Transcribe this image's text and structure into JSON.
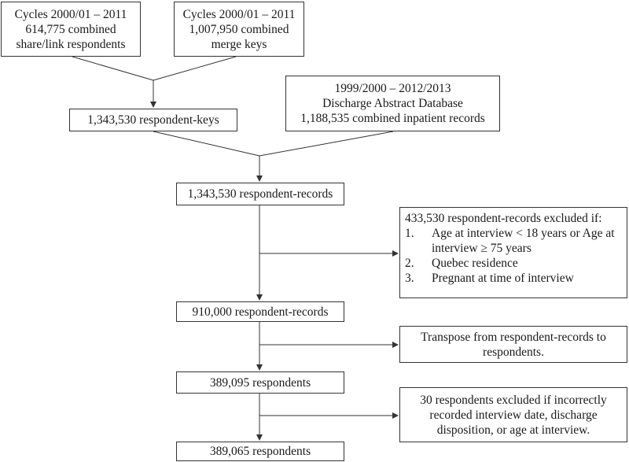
{
  "boxes": {
    "cycles_share": [
      "Cycles 2000/01 – 2011",
      "614,775 combined",
      "share/link respondents"
    ],
    "cycles_merge": [
      "Cycles 2000/01 – 2011",
      "1,007,950 combined",
      "merge keys"
    ],
    "respondent_keys": "1,343,530 respondent-keys",
    "dad": [
      "1999/2000 – 2012/2013",
      "Discharge Abstract Database",
      "1,188,535 combined inpatient records"
    ],
    "respondent_records": "1,343,530 respondent-records",
    "exclusion_1": {
      "heading": "433,530 respondent-records excluded if:",
      "items": [
        {
          "num": "1.",
          "text": "Age at interview < 18 years or Age at interview ≥ 75 years"
        },
        {
          "num": "2.",
          "text": "Quebec residence"
        },
        {
          "num": "3.",
          "text": "Pregnant at time of interview"
        }
      ]
    },
    "records_910k": "910,000 respondent-records",
    "transpose": "Transpose from respondent-records to respondents.",
    "respondents_389095": "389,095 respondents",
    "exclusion_2": "30 respondents excluded if incorrectly recorded interview date, discharge disposition, or age at interview.",
    "respondents_389065": "389,065 respondents"
  }
}
